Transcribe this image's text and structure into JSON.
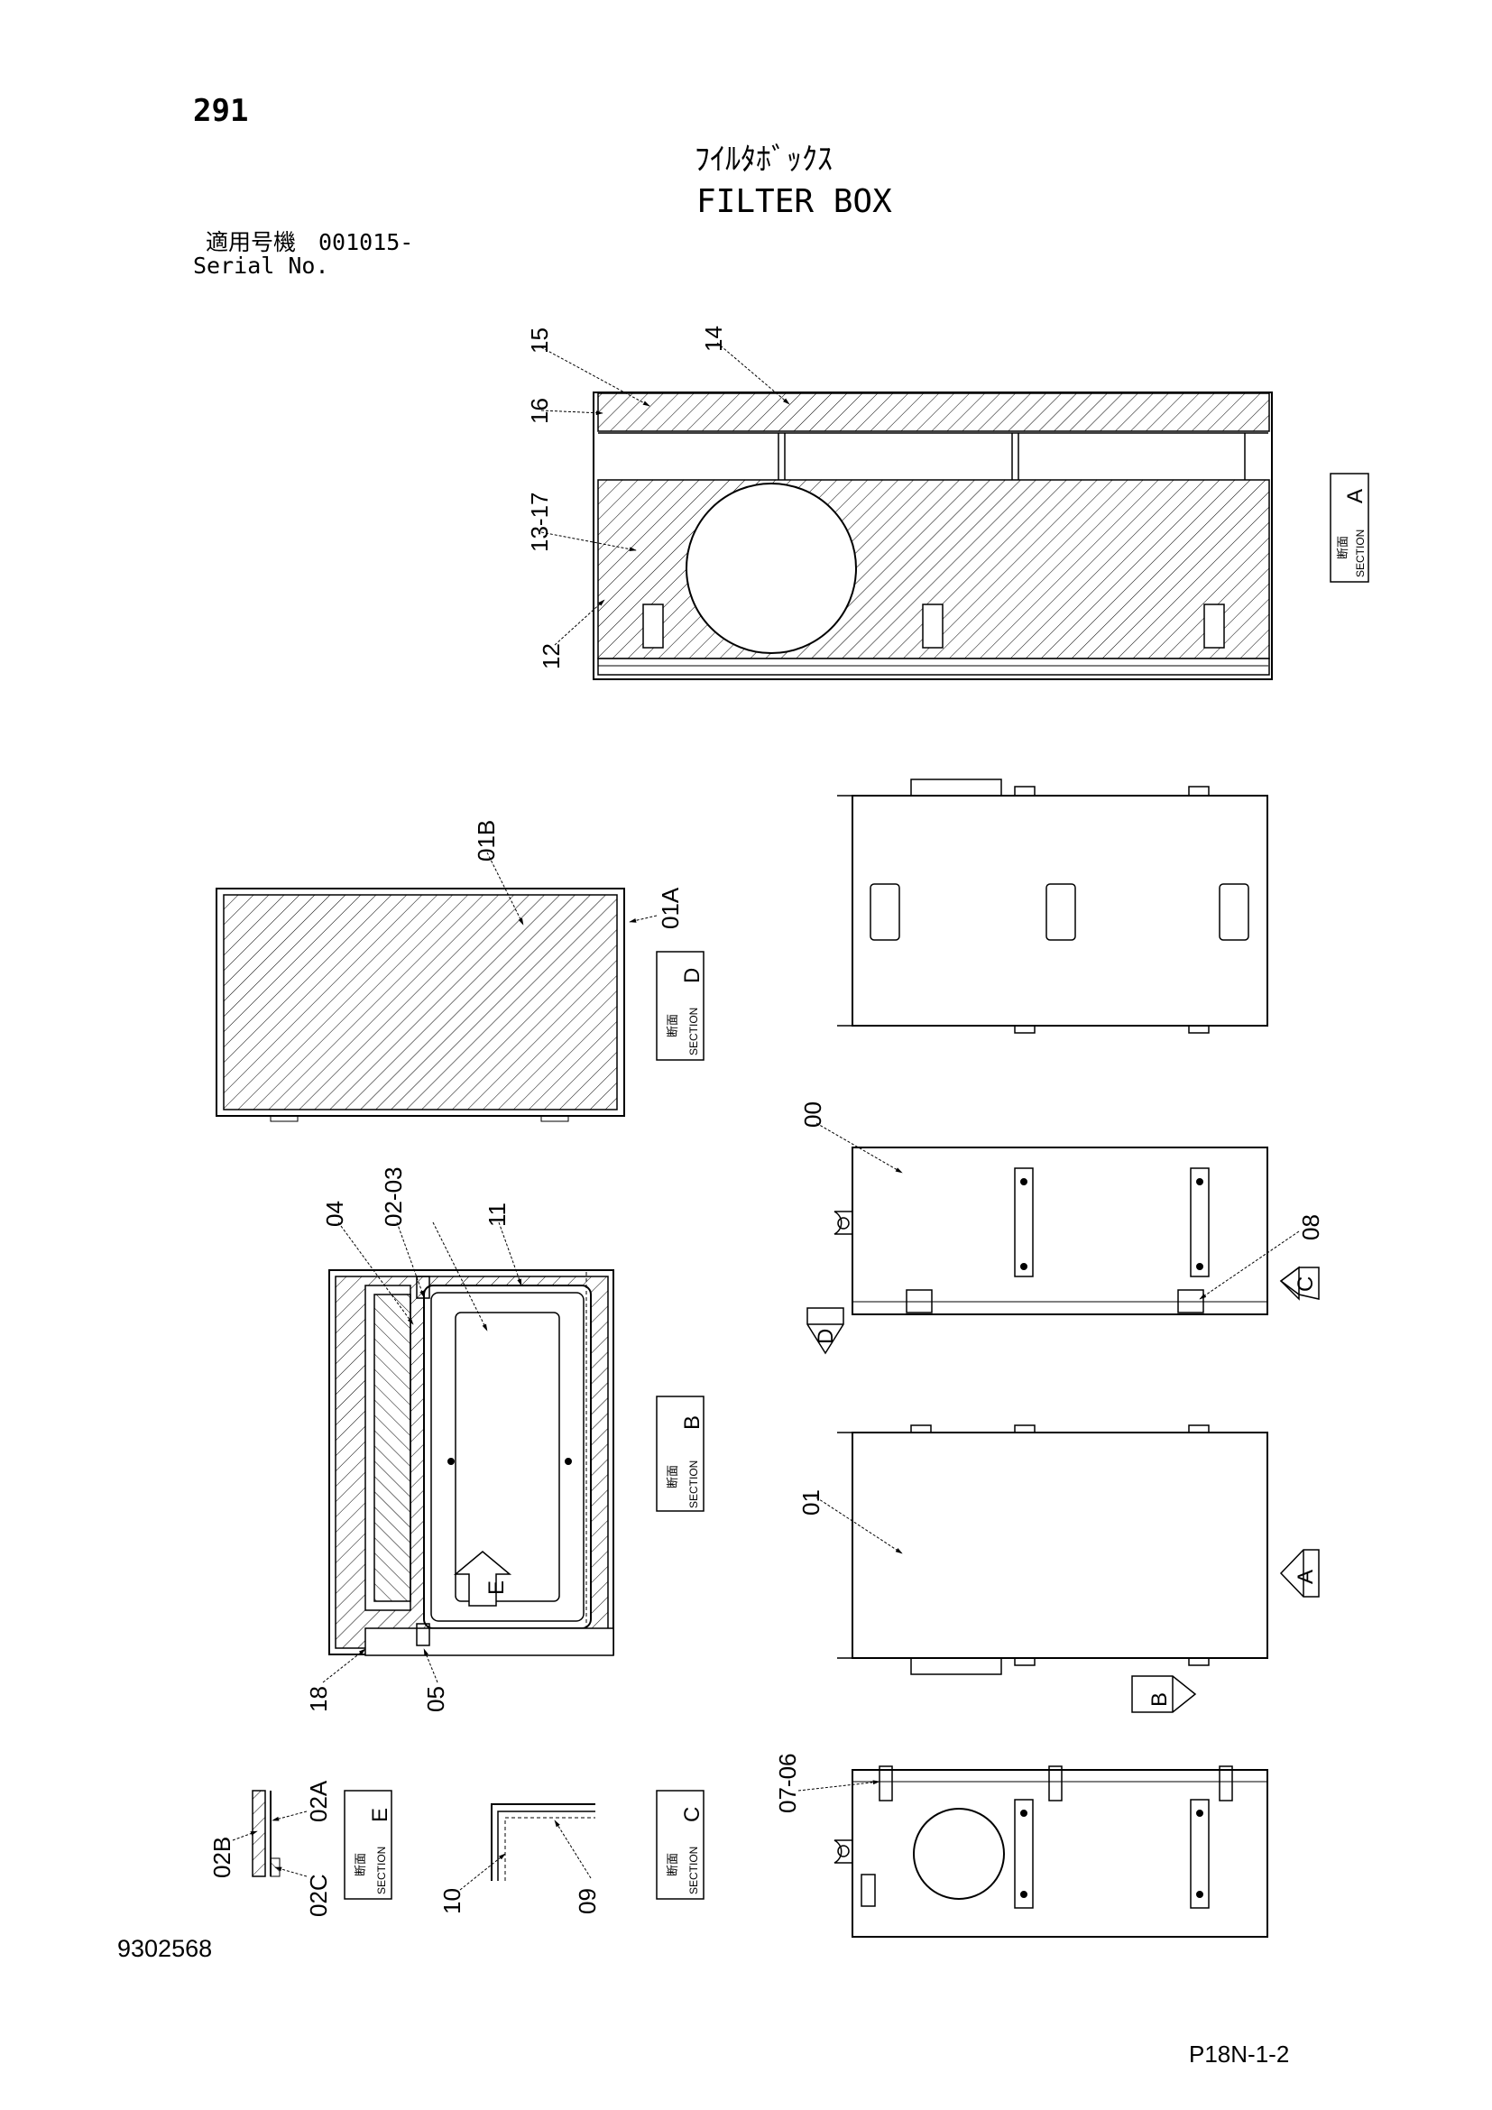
{
  "header": {
    "page_number": "291",
    "title_jp": "ﾌｲﾙﾀﾎﾞｯｸｽ",
    "title_en": "FILTER BOX",
    "serial_jp": "適用号機　001015-",
    "serial_en": "Serial No."
  },
  "footer": {
    "document_code": "9302568",
    "page_code": "P18N-1-2"
  },
  "part_labels": {
    "p15": "15",
    "p14": "14",
    "p16": "16",
    "p13_17": "13-17",
    "p12": "12",
    "p01B": "01B",
    "p01A": "01A",
    "p04": "04",
    "p02_03": "02-03",
    "p11": "11",
    "p18": "18",
    "p05": "05",
    "p00": "00",
    "p08": "08",
    "p01": "01",
    "p02B": "02B",
    "p02C": "02C",
    "p02A": "02A",
    "p10": "10",
    "p09": "09",
    "p07_06": "07-06"
  },
  "sections": {
    "jp_label": "断面",
    "en_label": "SECTION",
    "A": "A",
    "B": "B",
    "C": "C",
    "D": "D",
    "E": "E"
  },
  "view_arrows": {
    "C": "C",
    "D": "D",
    "A": "A",
    "B": "B",
    "E": "E"
  }
}
